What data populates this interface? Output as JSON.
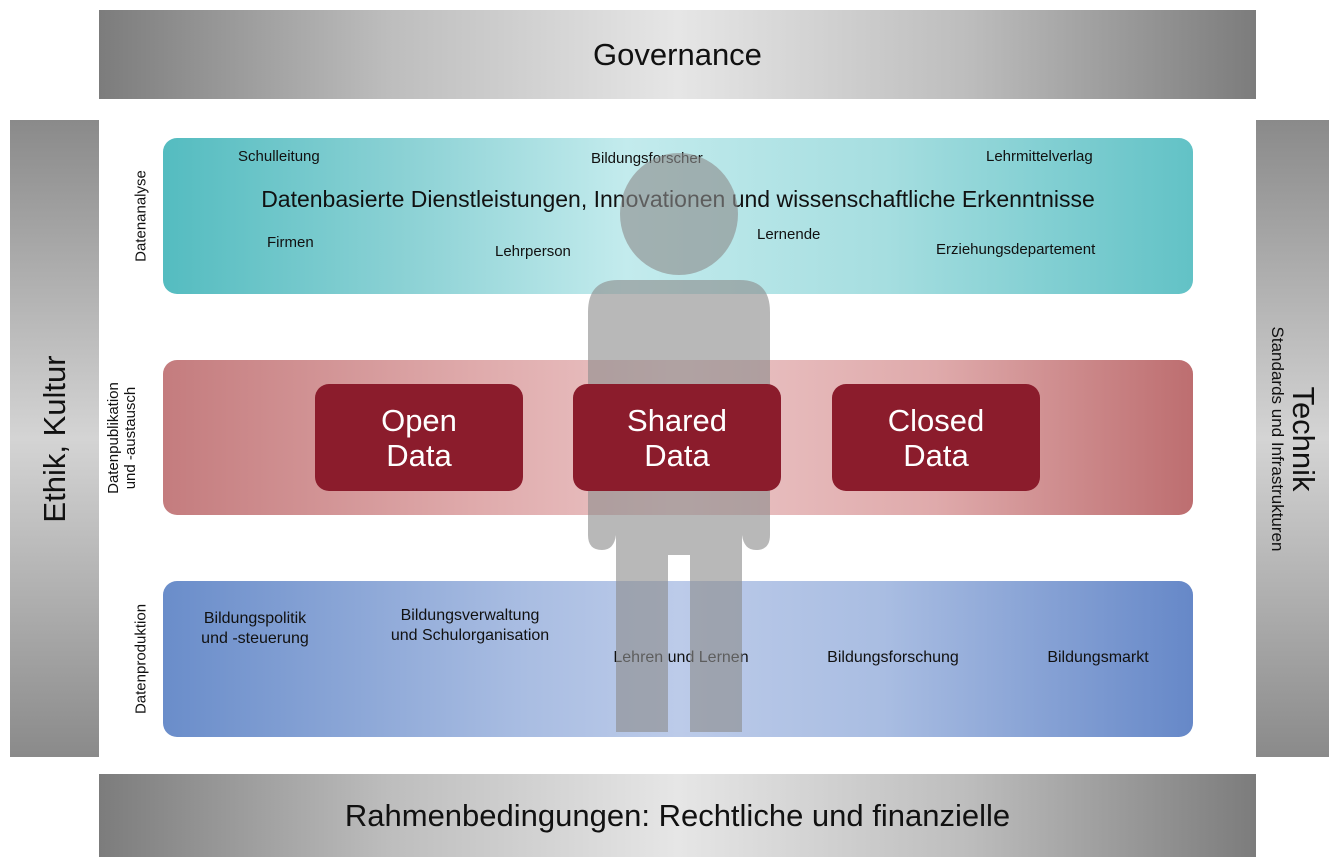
{
  "top_bar": {
    "label": "Governance"
  },
  "bottom_bar": {
    "label": "Rahmenbedingungen: Rechtliche und finanzielle"
  },
  "left_bar": {
    "label": "Ethik, Kultur"
  },
  "right_bar": {
    "title": "Technik",
    "subtitle": "Standards und Infrastrukturen"
  },
  "layers": {
    "analysis": {
      "side_label": "Datenanalyse",
      "headline": "Datenbasierte Dienstleistungen, Innovationen und wissenschaftliche Erkenntnisse",
      "stakeholders": [
        "Schulleitung",
        "Bildungsforscher",
        "Lehrmittelverlag",
        "Firmen",
        "Lehrperson",
        "Lernende",
        "Erziehungsdepartement"
      ]
    },
    "publication": {
      "side_label_line1": "Datenpublikation",
      "side_label_line2": "und -austausch",
      "boxes": [
        {
          "line1": "Open",
          "line2": "Data"
        },
        {
          "line1": "Shared",
          "line2": "Data"
        },
        {
          "line1": "Closed",
          "line2": "Data"
        }
      ]
    },
    "production": {
      "side_label": "Datenproduktion",
      "items": [
        {
          "line1": "Bildungspolitik",
          "line2": "und -steuerung"
        },
        {
          "line1": "Bildungsverwaltung",
          "line2": "und Schulorganisation"
        },
        {
          "line1": "Lehren und Lernen",
          "line2": ""
        },
        {
          "line1": "Bildungsforschung",
          "line2": ""
        },
        {
          "line1": "Bildungsmarkt",
          "line2": ""
        }
      ]
    }
  },
  "colors": {
    "data_box": "#8b1c2c",
    "analysis_layer": "#54bcc0",
    "publication_layer": "#c47c7e",
    "production_layer": "#6a8dca",
    "frame_bar": "#7c7c7c",
    "person_figure": "#8c8c8c"
  },
  "icons": {
    "center_figure": "person-silhouette-icon"
  }
}
